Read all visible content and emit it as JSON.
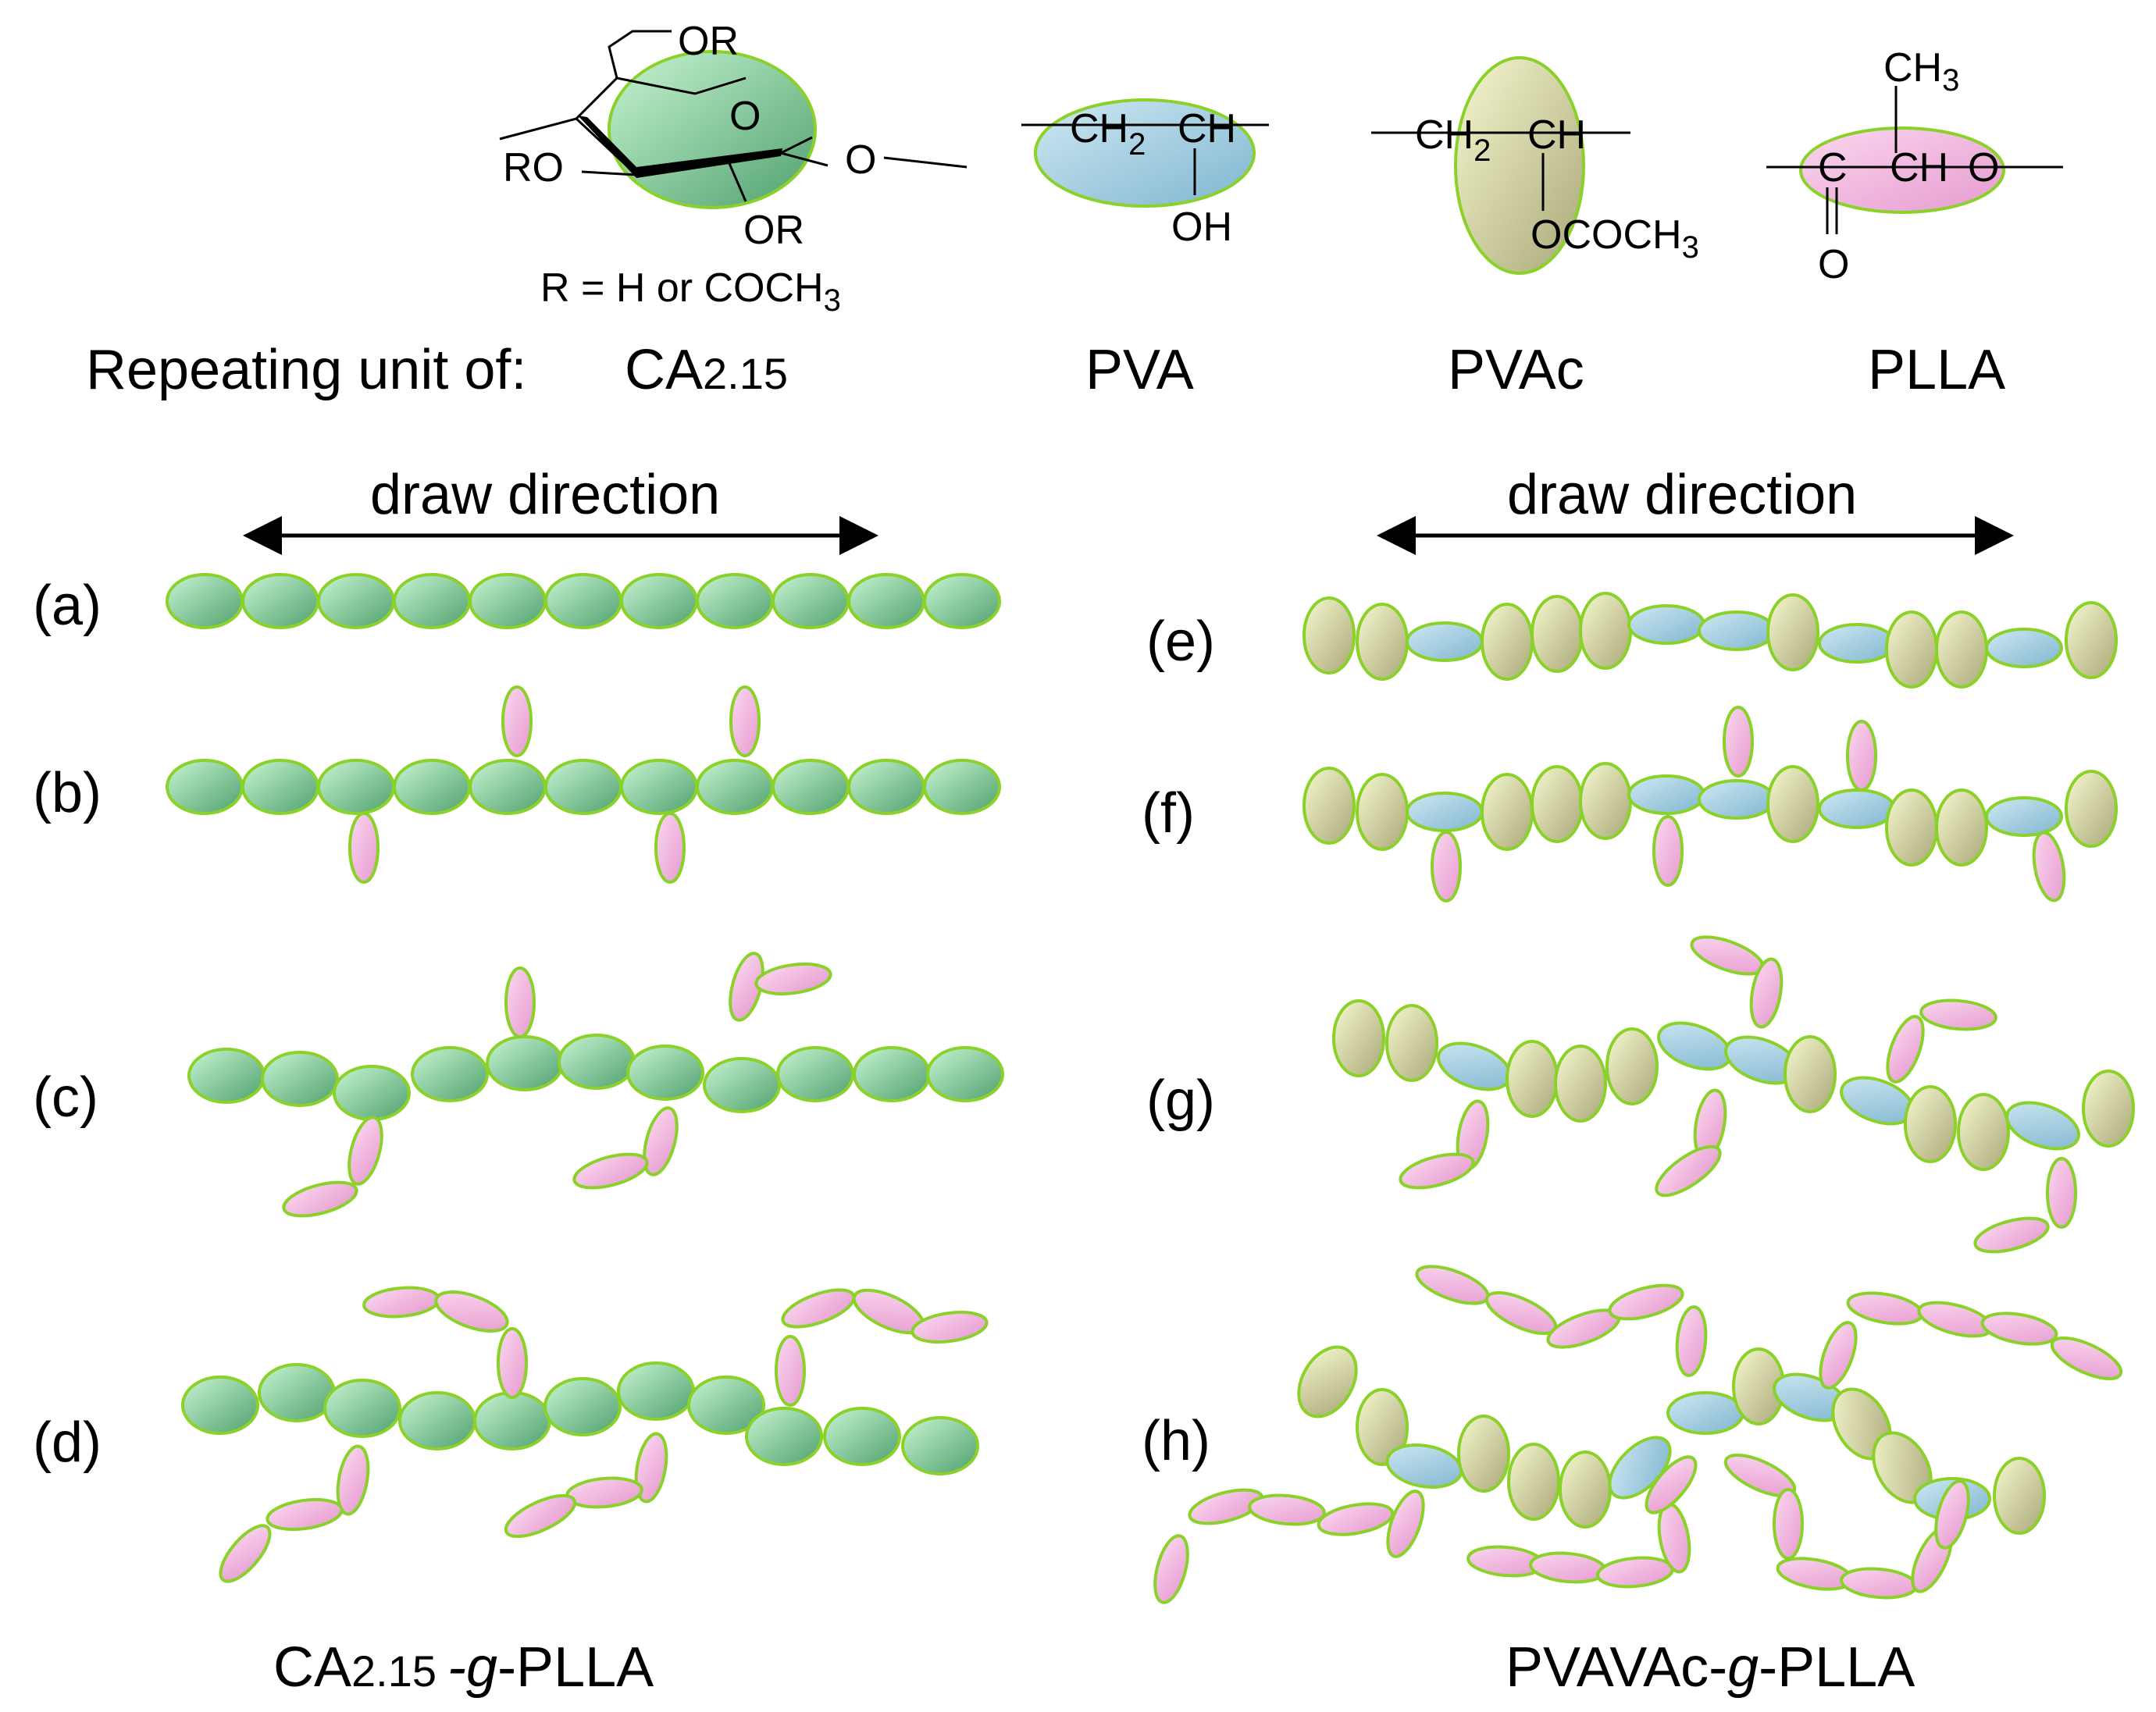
{
  "colors": {
    "outline": "#8ad12a",
    "ca_light": "#c8f5d2",
    "ca_dark": "#4fa06e",
    "pva_light": "#cfe8f2",
    "pva_dark": "#7fb6d0",
    "pvac_light": "#f8f8d0",
    "pvac_dark": "#a8a878",
    "plla_light": "#fbd8ef",
    "plla_dark": "#e69ad0",
    "text": "#000000"
  },
  "units_row": {
    "prefix": "Repeating unit of:",
    "ca": "CA",
    "ca_sub": "2.15",
    "pva": "PVA",
    "pvac": "PVAc",
    "plla": "PLLA"
  },
  "ca_structure": {
    "or_top": "OR",
    "ring_o": "O",
    "ro_left": "RO",
    "or_bottom": "OR",
    "o_right": "O",
    "r_def": "R = H or COCH",
    "r_def_sub": "3"
  },
  "pva_structure": {
    "ch2": "CH",
    "ch2_sub": "2",
    "ch": "CH",
    "oh": "OH"
  },
  "pvac_structure": {
    "ch2": "CH",
    "ch2_sub": "2",
    "ch": "CH",
    "ococh": "OCOCH",
    "ococh_sub": "3"
  },
  "plla_structure": {
    "ch3": "CH",
    "ch3_sub": "3",
    "c": "C",
    "ch": "CH",
    "o": "O",
    "co": "O"
  },
  "left_panel": {
    "draw_direction": "draw direction",
    "labels": [
      "(a)",
      "(b)",
      "(c)",
      "(d)"
    ],
    "caption_a": "CA",
    "caption_sub": "2.15",
    "caption_g": "-g",
    "caption_b": "-PLLA"
  },
  "right_panel": {
    "draw_direction": "draw direction",
    "labels": [
      "(e)",
      "(f)",
      "(g)",
      "(h)"
    ],
    "caption_a": "PVAVAc-",
    "caption_g": "g",
    "caption_b": "-PLLA"
  }
}
